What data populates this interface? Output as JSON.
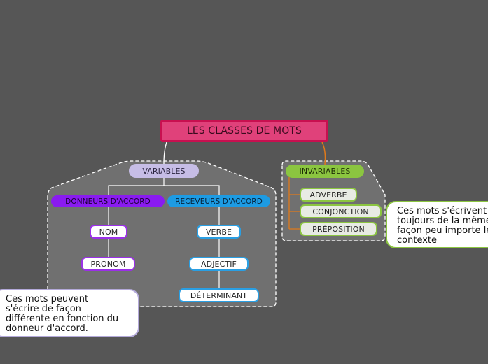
{
  "root": {
    "label": "LES CLASSES DE MOTS"
  },
  "variables": {
    "label": "VARIABLES",
    "donneurs": {
      "label": "DONNEURS D'ACCORD",
      "items": [
        "NOM",
        "PRONOM"
      ]
    },
    "receveurs": {
      "label": "RECEVEURS D'ACCORD",
      "items": [
        "VERBE",
        "ADJECTIF",
        "DÉTERMINANT"
      ]
    },
    "note": [
      "Ces mots peuvent",
      "s'écrire de façon",
      "différente en fonction du",
      "donneur d'accord."
    ]
  },
  "invariables": {
    "label": "INVARIABLES",
    "items": [
      "ADVERBE",
      "CONJONCTION",
      "PRÉPOSITION"
    ],
    "note": [
      "Ces mots s'écrivent",
      "toujours de la même",
      "façon peu importe le",
      "contexte"
    ]
  },
  "colors": {
    "background": "#565656",
    "root_fill": "#e0417a",
    "root_border": "#c81050",
    "variables_fill": "#c6bde6",
    "donneurs_fill": "#8a1bf0",
    "receveurs_fill": "#1d9be3",
    "invariables_fill": "#8bc540",
    "connector_orange": "#e07a1a"
  }
}
